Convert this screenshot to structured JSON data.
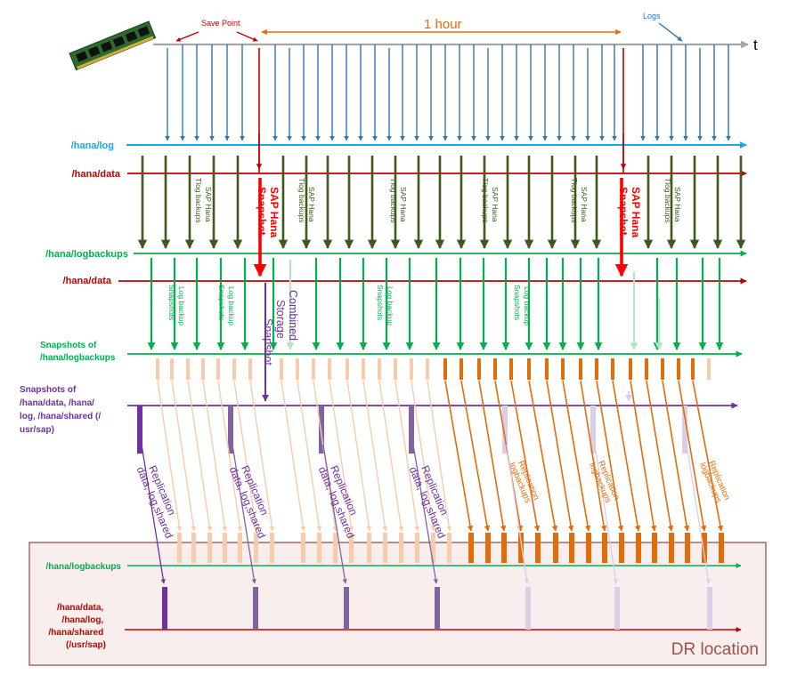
{
  "colors": {
    "time": "#a6a6a6",
    "log": "#2e75b6",
    "log_line": "#19a8e8",
    "data": "#c00000",
    "tlog": "#3c5a1c",
    "snap_red": "#ff0000",
    "green": "#00b050",
    "green_light": "#b7e4c7",
    "purple": "#7030a0",
    "purple_mid": "#8064a2",
    "purple_light": "#d9cfe6",
    "orange": "#e36c0a",
    "orange_light": "#f8cbad",
    "dr_border": "#a0504b",
    "dr_fill": "#f7eeed",
    "dr_text": "#a0504b",
    "savepoint_text": "#c00000",
    "logs_text": "#2e75b6",
    "hour_text": "#e36c0a"
  },
  "icons": {
    "memory": "ram-module-icon"
  },
  "header": {
    "save_point": "Save Point",
    "hour": "1 hour",
    "logs": "Logs",
    "t": "t"
  },
  "rows": {
    "log": "/hana/log",
    "data1": "/hana/data",
    "logbackups": "/hana/logbackups",
    "data2": "/hana/data",
    "snap_logbackups_1": "Snapshots  of",
    "snap_logbackups_2": "/hana/logbackups",
    "snap_data_1": "Snapshots of",
    "snap_data_2": "/hana/data, /hana/",
    "snap_data_3": "log, /hana/shared (/",
    "snap_data_4": "usr/sap)",
    "dr_logbackups": "/hana/logbackups",
    "dr_data_1": "/hana/data,",
    "dr_data_2": "/hana/log,",
    "dr_data_3": "/hana/shared",
    "dr_data_4": "(/usr/sap)"
  },
  "labels": {
    "tlog_1": "SAP Hana",
    "tlog_2": "Tlog backups",
    "snapshot_1": "SAP Hana",
    "snapshot_2": "Snapshot",
    "logbackup_1": "Log backup",
    "logbackup_2": "Snapshots",
    "combined_1": "Combined",
    "combined_2": "Storage",
    "combined_3": "Snapshot",
    "repl_1": "Replication",
    "repl_2": "data, log,shared",
    "repl_lb_1": "Replication",
    "repl_lb_2": "logbackups",
    "dr_location": "DR location"
  }
}
